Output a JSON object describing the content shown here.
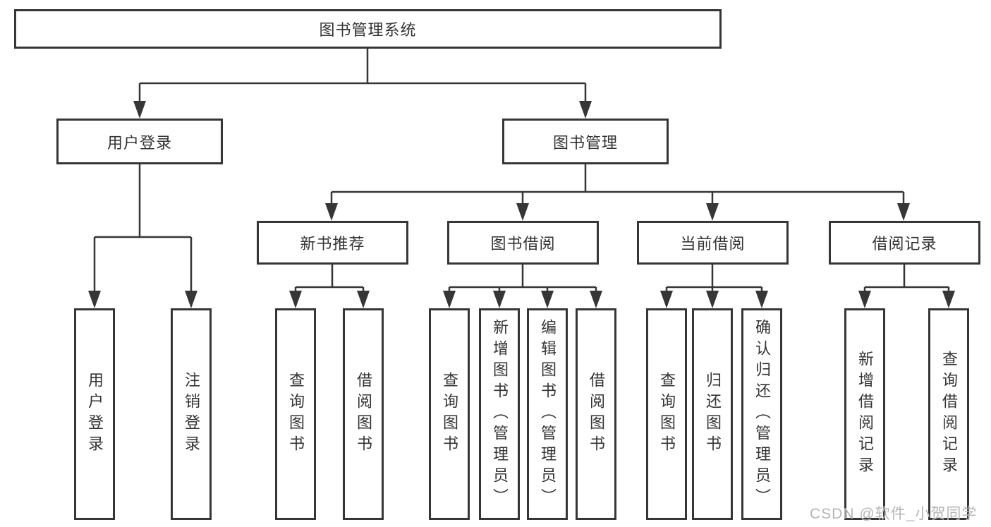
{
  "root": {
    "label": "图书管理系统"
  },
  "level2": [
    {
      "label": "用户登录"
    },
    {
      "label": "图书管理"
    }
  ],
  "level3": [
    {
      "label": "新书推荐",
      "parent": "图书管理"
    },
    {
      "label": "图书借阅",
      "parent": "图书管理"
    },
    {
      "label": "当前借阅",
      "parent": "图书管理"
    },
    {
      "label": "借阅记录",
      "parent": "图书管理"
    }
  ],
  "leaves": [
    {
      "label": "用户登录",
      "parent": "用户登录"
    },
    {
      "label": "注销登录",
      "parent": "用户登录"
    },
    {
      "label": "查询图书",
      "parent": "新书推荐"
    },
    {
      "label": "借阅图书",
      "parent": "新书推荐"
    },
    {
      "label": "查询图书",
      "parent": "图书借阅"
    },
    {
      "label": "新增图书（管理员）",
      "parent": "图书借阅"
    },
    {
      "label": "编辑图书（管理员）",
      "parent": "图书借阅"
    },
    {
      "label": "借阅图书",
      "parent": "图书借阅"
    },
    {
      "label": "查询图书",
      "parent": "当前借阅"
    },
    {
      "label": "归还图书",
      "parent": "当前借阅"
    },
    {
      "label": "确认归还（管理员）",
      "parent": "当前借阅"
    },
    {
      "label": "新增借阅记录",
      "parent": "借阅记录"
    },
    {
      "label": "查询借阅记录",
      "parent": "借阅记录"
    }
  ],
  "watermark": "CSDN @软件_小贺同学",
  "colors": {
    "line": "#363636",
    "text": "#333333",
    "background": "#ffffff",
    "watermark": "#b5b5b5"
  }
}
